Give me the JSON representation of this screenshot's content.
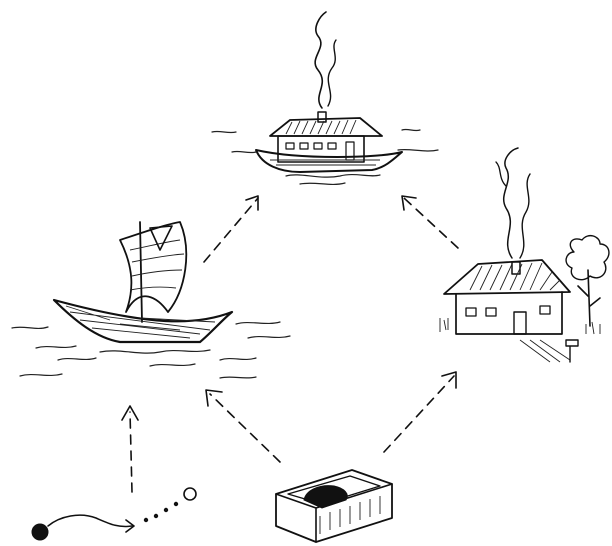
{
  "diagram": {
    "nodes": [
      {
        "id": "houseboat",
        "icon": "houseboat-icon"
      },
      {
        "id": "sailboat",
        "icon": "sailboat-icon"
      },
      {
        "id": "house",
        "icon": "house-icon"
      },
      {
        "id": "box",
        "icon": "open-box-icon"
      },
      {
        "id": "start",
        "icon": "path-start-icon"
      }
    ],
    "edges": [
      {
        "from": "sailboat",
        "to": "houseboat"
      },
      {
        "from": "house",
        "to": "houseboat"
      },
      {
        "from": "box",
        "to": "sailboat"
      },
      {
        "from": "box",
        "to": "house"
      },
      {
        "from": "start",
        "to": "sailboat"
      }
    ]
  },
  "colors": {
    "ink": "#111111",
    "paper": "#ffffff"
  }
}
